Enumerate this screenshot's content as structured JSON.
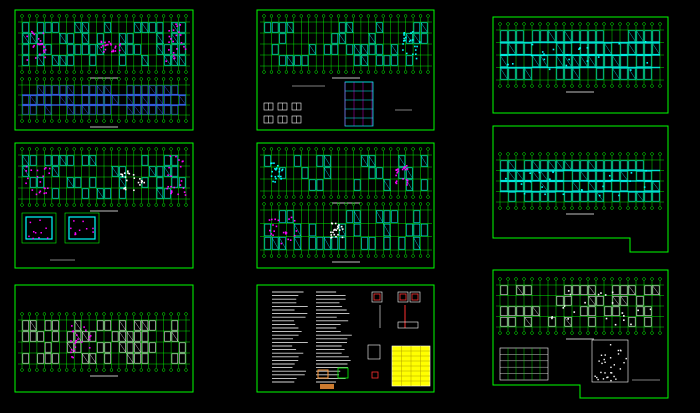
{
  "colors": {
    "background": "#000000",
    "frame": "#00ff00",
    "grid": "#00ff00",
    "structure": "#00ffff",
    "detail": "#ff00ff",
    "title_line": "#ffffff",
    "table_fill": "#ffff00",
    "accent_red": "#ff3030",
    "accent_orange": "#ff9a3c",
    "wall": "#3a5cff"
  },
  "sheets": [
    {
      "id": "sheet-1",
      "content": "double-plan"
    },
    {
      "id": "sheet-2",
      "content": "plan-with-details"
    },
    {
      "id": "sheet-3",
      "content": "cyan-plan"
    },
    {
      "id": "sheet-4",
      "content": "plan-with-sections"
    },
    {
      "id": "sheet-5",
      "content": "double-plan-magenta"
    },
    {
      "id": "sheet-6",
      "content": "cyan-plan"
    },
    {
      "id": "sheet-7",
      "content": "white-plan"
    },
    {
      "id": "sheet-8",
      "content": "notes-and-details"
    },
    {
      "id": "sheet-9",
      "content": "white-plan-with-table"
    }
  ]
}
